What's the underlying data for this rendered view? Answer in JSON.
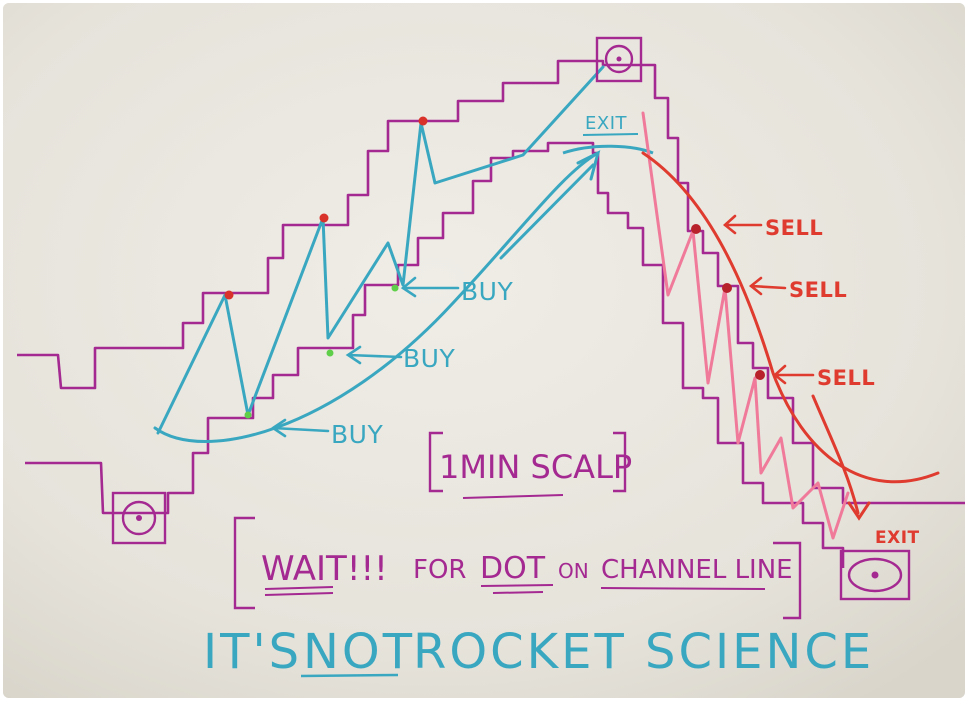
{
  "whiteboard": {
    "labels": {
      "buy_1": "BUY",
      "buy_2": "BUY",
      "buy_3": "BUY",
      "sell_1": "SELL",
      "sell_2": "SELL",
      "sell_3": "SELL",
      "exit_top": "EXIT",
      "exit_bottom": "EXIT"
    },
    "boxed_title": "1MIN SCALP",
    "instruction": {
      "wait": "WAIT!!!",
      "for": "FOR",
      "dot": "DOT",
      "on": "ON",
      "channel_line": "CHANNEL LINE"
    },
    "slogan": {
      "its": "IT'S",
      "not": "NOT",
      "rest": "ROCKET SCIENCE"
    },
    "colors": {
      "board": "#e9e7e0",
      "channel": "#a42991",
      "trend_up": "#3aa7c1",
      "trend_down": "#df3b2f",
      "zigzag_down": "#f07a9a",
      "signal_dot": "#d8322a",
      "entry_dot": "#5fcf4a"
    }
  }
}
